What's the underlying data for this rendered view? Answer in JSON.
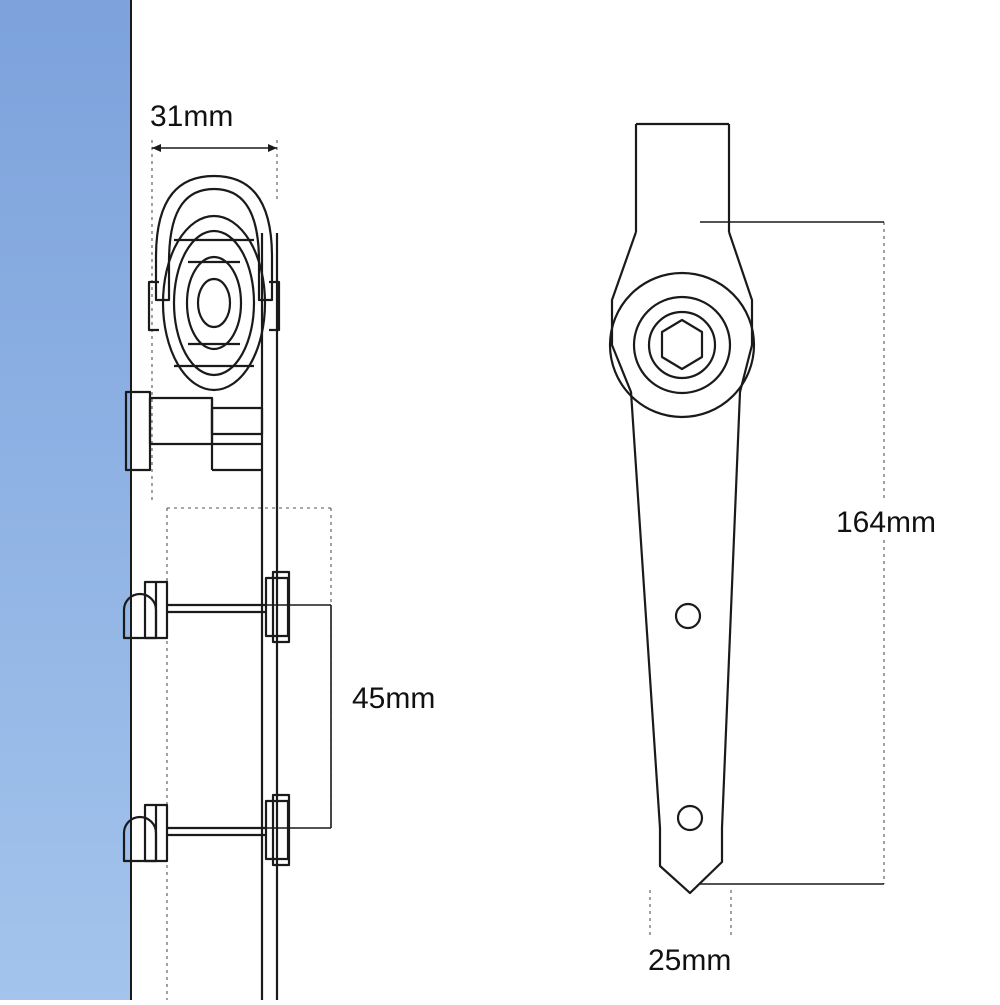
{
  "figure": {
    "type": "technical-drawing",
    "title": "Sliding barn door roller hanger dimensioned drawing",
    "background_color": "#ffffff",
    "line_color": "#1a1a1a",
    "wall_panel_color_top": "#7ea4dd",
    "wall_panel_color_bottom": "#9ec0ea",
    "views": [
      {
        "name": "side-view",
        "description": "Side elevation showing wheel, axle, bracket and two bolts against the wall panel"
      },
      {
        "name": "front-view",
        "description": "Front elevation of hanger strap with hex bolt head, two holes and pointed tip"
      }
    ]
  },
  "dimensions": {
    "width_top": "31mm",
    "bolt_spacing": "45mm",
    "strap_length": "164mm",
    "strap_width": "25mm"
  }
}
